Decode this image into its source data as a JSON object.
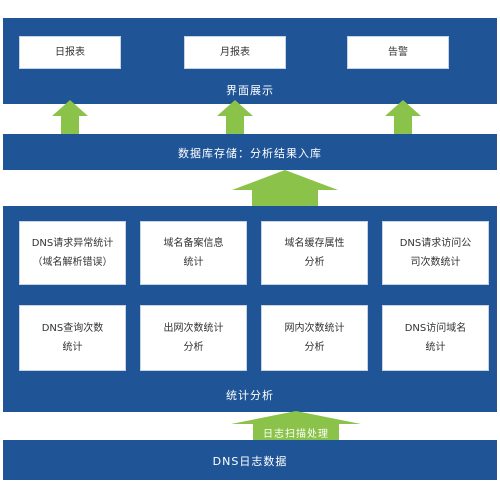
{
  "top": {
    "reports": [
      "日报表",
      "月报表",
      "告警"
    ],
    "label": "界面展示"
  },
  "storage": {
    "label": "数据库存储：分析结果入库"
  },
  "stats": {
    "cards": [
      "DNS请求异常统计\n（域名解析错误）",
      "域名备案信息\n统计",
      "域名缓存属性\n分析",
      "DNS请求访问公\n司次数统计",
      "DNS查询次数\n统计",
      "出网次数统计\n分析",
      "网内次数统计\n分析",
      "DNS访问域名\n统计"
    ],
    "label": "统计分析"
  },
  "scan_arrow": {
    "label": "日志扫描处理"
  },
  "logs": {
    "label": "DNS日志数据"
  },
  "colors": {
    "panel": "#1f5596",
    "arrow": "#8bc34a",
    "card": "#ffffff"
  }
}
